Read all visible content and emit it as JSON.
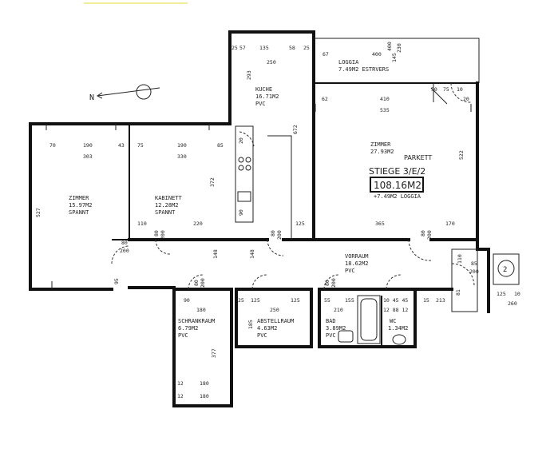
{
  "plan": {
    "total_area": "108.16M2",
    "loggia_note": "+7.49M2 LOGGIA",
    "stiege": "STIEGE 3/E/2",
    "parkett": "PARKETT",
    "north": "N",
    "stair_no": "2",
    "rooms": {
      "kueche": {
        "name": "KUCHE",
        "area": "16.71M2",
        "floor": "PVC"
      },
      "loggia": {
        "name": "LOGGIA",
        "area": "7.49M2 ESTRVERS"
      },
      "zimmer_gross": {
        "name": "ZIMMER",
        "area": "27.93M2"
      },
      "zimmer": {
        "name": "ZIMMER",
        "area": "15.97M2",
        "floor": "SPANNT"
      },
      "kabinett": {
        "name": "KABINETT",
        "area": "12.28M2",
        "floor": "SPANNT"
      },
      "vorraum": {
        "name": "VORRAUM",
        "area": "18.62M2",
        "floor": "PVC"
      },
      "schrankraum": {
        "name": "SCHRANKRAUM",
        "area": "6.79M2",
        "floor": "PVC"
      },
      "abstellraum": {
        "name": "ABSTELLRAUM",
        "area": "4.63M2",
        "floor": "PVC"
      },
      "bad": {
        "name": "BAD",
        "area": "3.89M2",
        "floor": "PVC"
      },
      "wc": {
        "name": "WC",
        "area": "1.34M2"
      }
    },
    "dims": {
      "d25a": "25",
      "d57": "57",
      "d135": "135",
      "d58": "58",
      "d25b": "25",
      "d250k": "250",
      "d293": "293",
      "d672": "672",
      "d67": "67",
      "d400": "400",
      "d400v": "400",
      "d145": "145",
      "d230": "230",
      "d62": "62",
      "d410": "410",
      "d535": "535",
      "d522": "522",
      "d365": "365",
      "d170": "170",
      "d50": "50",
      "d75": "75",
      "d10": "10",
      "d20": "20",
      "d70": "70",
      "d190a": "190",
      "d43": "43",
      "d303": "303",
      "d527": "527",
      "d75b": "75",
      "d190b": "190",
      "d85": "85",
      "d330": "330",
      "d372": "372",
      "d110": "110",
      "d220": "220",
      "d125k": "125",
      "d80a": "80",
      "d200a": "200",
      "d80b": "80",
      "d200b": "200",
      "d80c": "80",
      "d200c": "200",
      "d148a": "148",
      "d148b": "148",
      "d95": "95",
      "d80d": "80",
      "d200d": "200",
      "d90": "90",
      "d180a": "180",
      "d377": "377",
      "d180b": "180",
      "d180c": "180",
      "d12a": "12",
      "d12b": "12",
      "d25c": "25",
      "d125a": "125",
      "d125b": "125",
      "d250a": "250",
      "d185": "185",
      "d80e": "80",
      "d200e": "200",
      "d55": "55",
      "d155": "155",
      "d210": "210",
      "d80f": "80",
      "d200f": "200",
      "d1045": "10 45 45",
      "d12c": "12",
      "d1288": "12 88 12",
      "d15": "15",
      "d213": "213",
      "d81": "81",
      "d110b": "110",
      "d85b": "85",
      "d200g": "200",
      "d125c": "125",
      "d10b": "10",
      "d260": "260",
      "d90b": "90",
      "d20b": "20"
    }
  }
}
